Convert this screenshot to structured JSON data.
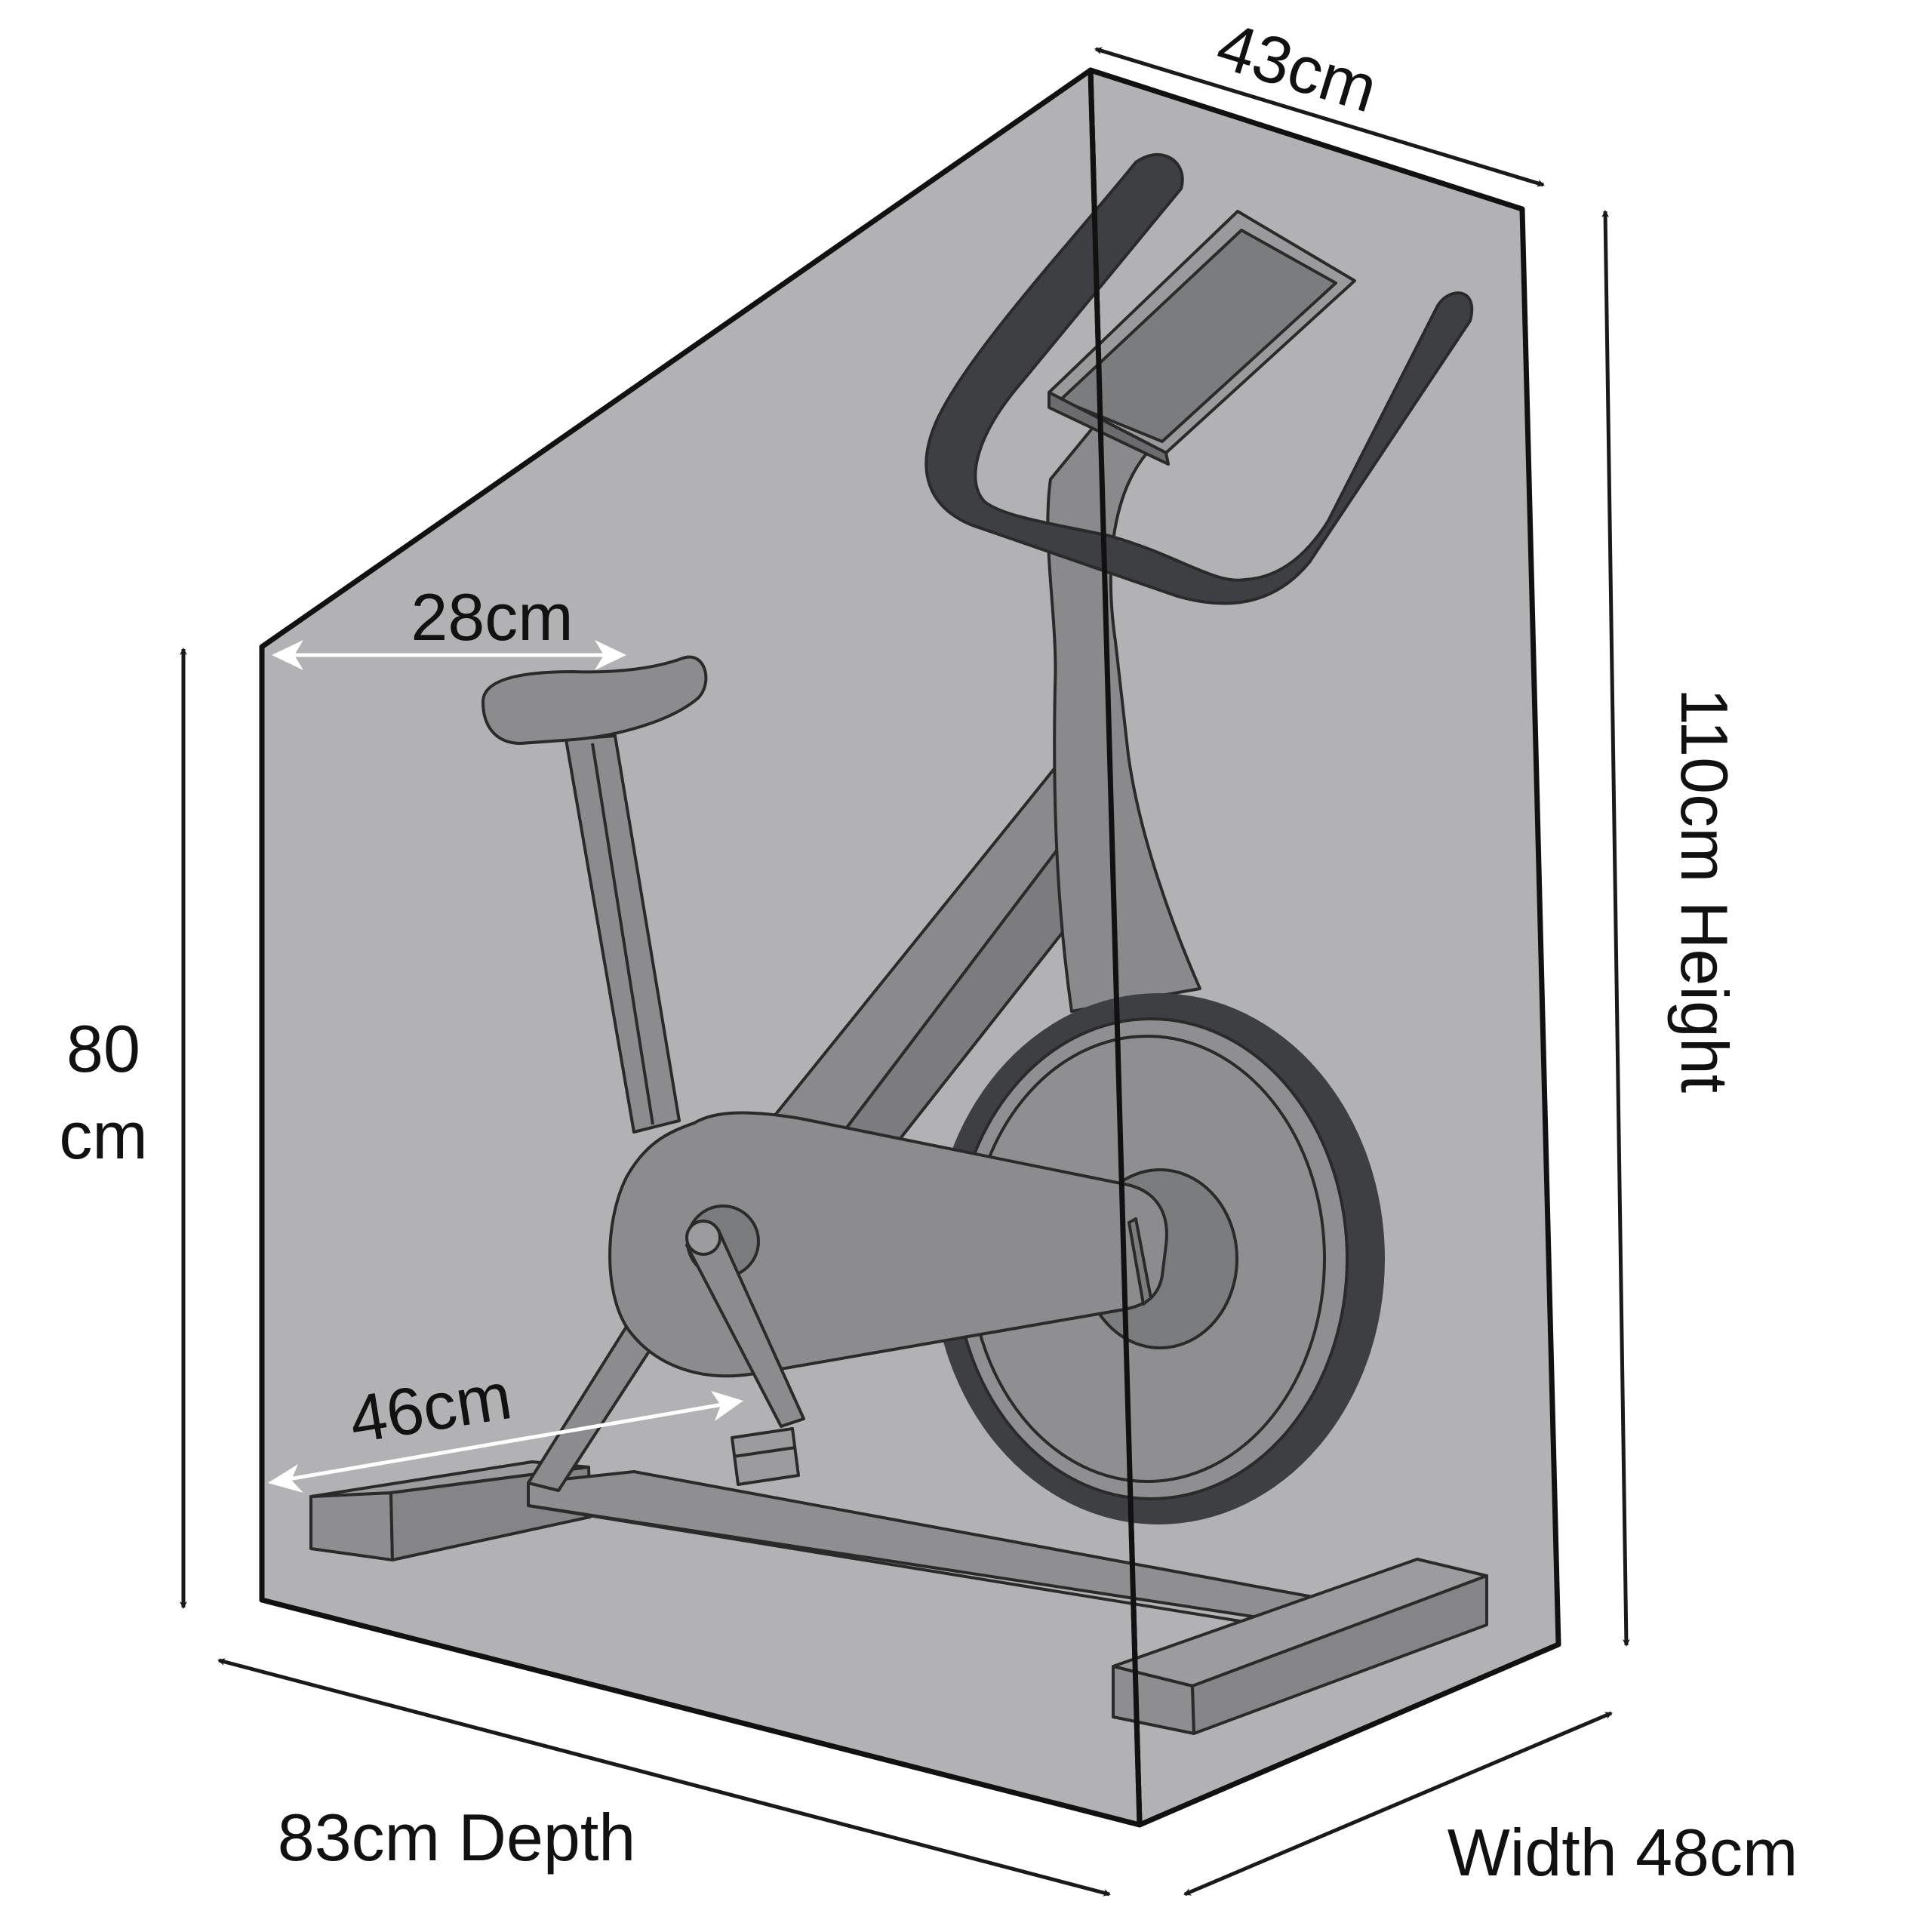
{
  "figure": {
    "subject": "exercise bike inside a fitted cover",
    "colors": {
      "cover_fill": "#b2b2b4",
      "cover_outline": "#111111",
      "bike_fill": "#8c8c8e",
      "bike_dark": "#3d3f42",
      "bike_screen": "#7b7c7e",
      "dimension_dark": "#1a1a1a",
      "dimension_light": "#ffffff"
    }
  },
  "dimensions": {
    "top_width": "43cm",
    "height": "110cm Height",
    "front_height_value": "80",
    "front_height_unit": "cm",
    "seat_offset": "28cm",
    "base_depth": "46cm",
    "depth": "83cm Depth",
    "width": "Width 48cm"
  }
}
